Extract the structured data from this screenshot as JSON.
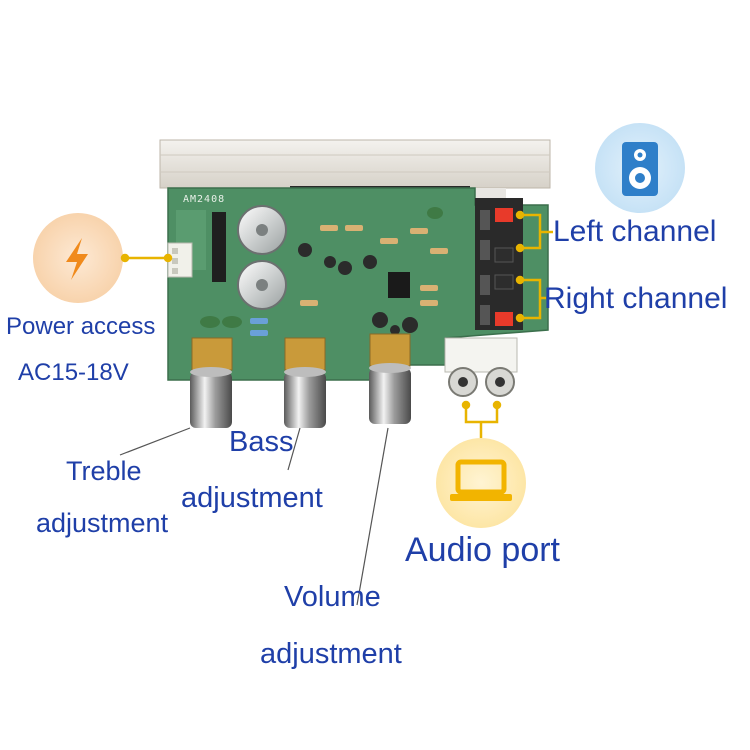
{
  "board": {
    "silkscreen": "AM2408"
  },
  "labels": {
    "power_line1": "Power access",
    "power_line2": "AC15-18V",
    "left_channel": "Left channel",
    "right_channel": "Right channel",
    "treble_line1": "Treble",
    "treble_line2": "adjustment",
    "bass_line1": "Bass",
    "bass_line2": "adjustment",
    "volume_line1": "Volume",
    "volume_line2": "adjustment",
    "audio_port": "Audio port"
  },
  "icons": {
    "power": "lightning-bolt-icon",
    "speaker": "speaker-icon",
    "laptop": "laptop-icon"
  },
  "colors": {
    "label_text": "#1f3fa8",
    "callout_line_yellow": "#e8b400",
    "callout_line_gray": "#555555",
    "pcb_green": "#4e8f64",
    "heatsink": "#e6e2dc"
  }
}
